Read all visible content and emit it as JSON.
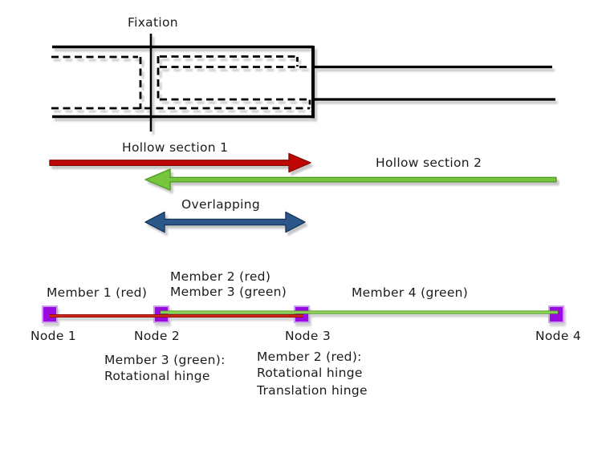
{
  "colors": {
    "red": "#C00505",
    "red_dark": "#8A0A00",
    "red_light": "#D5281A",
    "green": "#77C43D",
    "green_dark": "#4F9E23",
    "green_light": "#97D55F",
    "blue": "#2B578B",
    "blue_dark": "#17375E",
    "purple": "#9A0AE1",
    "purple_light": "#C9A0EF",
    "black": "#000000",
    "text": "#1B1B1B"
  },
  "top_drawing": {
    "fixation_label": "Fixation"
  },
  "arrows": {
    "hollow_section_1": "Hollow section 1",
    "hollow_section_2": "Hollow section 2",
    "overlapping": "Overlapping"
  },
  "model": {
    "member_labels": {
      "m1": "Member 1 (red)",
      "m2": "Member 2 (red)",
      "m3": "Member 3 (green)",
      "m4": "Member 4 (green)"
    },
    "node_labels": [
      "Node 1",
      "Node 2",
      "Node 3",
      "Node 4"
    ],
    "hinge_notes": {
      "node2": [
        "Member 3 (green):",
        "Rotational hinge"
      ],
      "node3": [
        "Member 2 (red):",
        "Rotational hinge",
        "Translation hinge"
      ]
    }
  }
}
